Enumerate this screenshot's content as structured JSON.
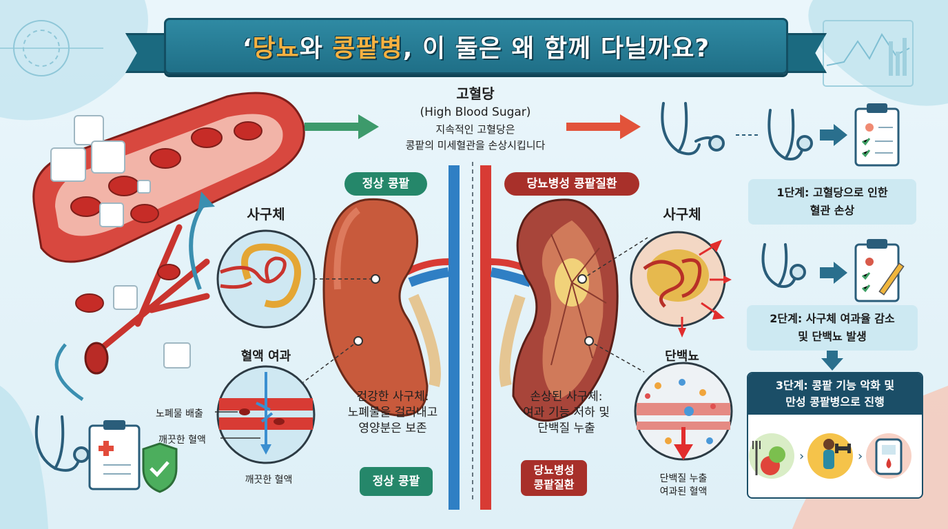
{
  "title": {
    "quote": "‘",
    "word1": "당뇨",
    "mid1": "와 ",
    "word2": "콩팥병",
    "rest": ", 이 둘은 왜 함께 다닐까요?"
  },
  "center_top": {
    "heading": "고혈당",
    "subheading": "(High Blood Sugar)",
    "line1": "지속적인 고혈당은",
    "line2": "콩팥의 미세혈관을 손상시킵니다"
  },
  "normal_side": {
    "badge_top": "정상 콩팥",
    "glomerulus_label": "사구체",
    "filtration_label": "혈액 여과",
    "waste_label": "노폐물 배출",
    "clean_blood_label": "깨끗한 혈액",
    "clean_blood_bottom": "깨끗한 혈액",
    "desc1": "건강한 사구체:",
    "desc2": "노폐물을 걸러내고",
    "desc3": "영양분은 보존",
    "badge_bottom": "정상 콩팥"
  },
  "diabetic_side": {
    "badge_top": "당뇨병성 콩팥질환",
    "glomerulus_label": "사구체",
    "proteinuria_label": "단백뇨",
    "desc1": "손상된 사구체:",
    "desc2": "여과 기능 저하 및",
    "desc3": "단백질 누출",
    "badge_bottom_1": "당뇨병성",
    "badge_bottom_2": "콩팥질환",
    "leak1": "단백질 누출",
    "leak2": "여과된 혈액"
  },
  "stages": [
    {
      "line1": "1단계: 고혈당으로 인한",
      "line2": "혈관 손상"
    },
    {
      "line1": "2단계: 사구체 여과율 감소",
      "line2": "및 단백뇨 발생"
    },
    {
      "line1": "3단계: 콩팥 기능 악화 및",
      "line2": "만성 콩팥병으로 진행"
    }
  ],
  "colors": {
    "banner": "#2a829b",
    "accent_title": "#f6b141",
    "normal_badge": "#25876a",
    "diabetic_badge": "#a8302a",
    "stage_box": "#cde9f2",
    "stage3_header": "#1b4e67",
    "artery": "#d83b34",
    "vein": "#2f7fc4"
  },
  "icons": [
    "sugar-cube-icon",
    "blood-vessel-icon",
    "stethoscope-icon",
    "clipboard-icon",
    "shield-check-icon",
    "apple-icon",
    "dumbbell-icon",
    "glucose-meter-icon"
  ]
}
